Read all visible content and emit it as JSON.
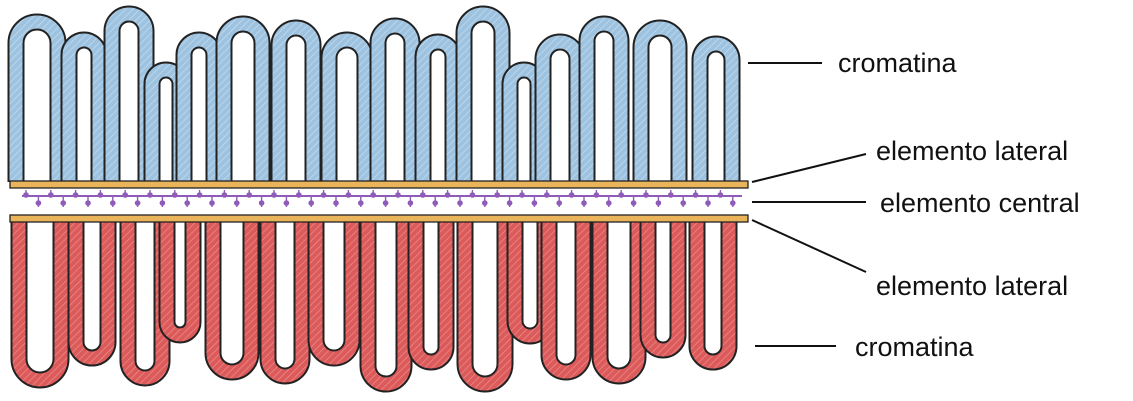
{
  "labels": {
    "top_chromatin": "cromatina",
    "lateral_top": "elemento lateral",
    "central": "elemento central",
    "lateral_bottom": "elemento lateral",
    "bottom_chromatin": "cromatina"
  },
  "colors": {
    "top_chromatin": "#9ec3e0",
    "bottom_chromatin": "#dd5a5a",
    "lateral_element": "#e9b45a",
    "central_element": "#8e5cb8",
    "outline": "#222222",
    "leader_line": "#111111"
  }
}
